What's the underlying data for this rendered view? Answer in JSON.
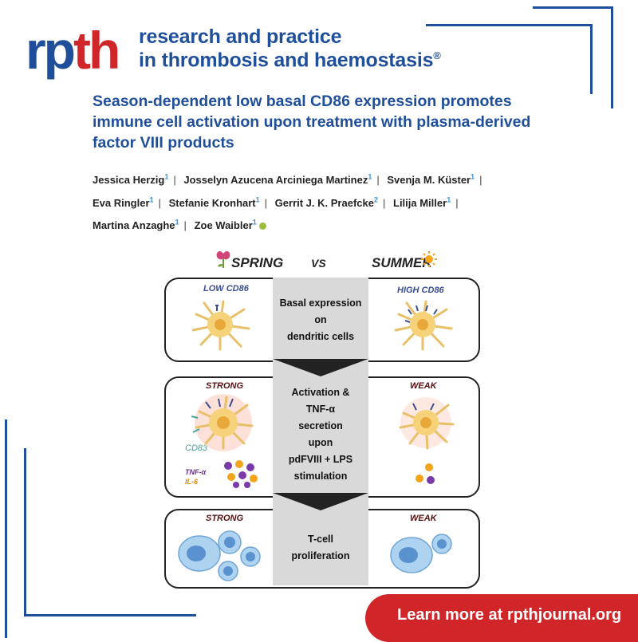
{
  "logo": {
    "rp": "rp",
    "th": "th"
  },
  "journal": {
    "line1": "research and practice",
    "line2": "in thrombosis and haemostasis",
    "reg": "®"
  },
  "article": {
    "title_line1": "Season-dependent low basal CD86 expression promotes",
    "title_line2": "immune cell activation upon treatment with plasma-derived",
    "title_line3": "factor VIII products"
  },
  "authors": [
    {
      "name": "Jessica Herzig",
      "aff": "1"
    },
    {
      "name": "Josselyn Azucena Arciniega Martinez",
      "aff": "1"
    },
    {
      "name": "Svenja M. Küster",
      "aff": "1"
    },
    {
      "name": "Eva Ringler",
      "aff": "1"
    },
    {
      "name": "Stefanie Kronhart",
      "aff": "1"
    },
    {
      "name": "Gerrit J. K. Praefcke",
      "aff": "2"
    },
    {
      "name": "Lilija Miller",
      "aff": "1"
    },
    {
      "name": "Martina Anzaghe",
      "aff": "1"
    },
    {
      "name": "Zoe Waibler",
      "aff": "1"
    }
  ],
  "author_separator": "|",
  "abstract": {
    "spring": "SPRING",
    "vs": "VS",
    "summer": "SUMMER",
    "row1": {
      "left": "LOW CD86",
      "center": [
        "Basal expression",
        "on",
        "dendritic cells"
      ],
      "right": "HIGH CD86"
    },
    "row2": {
      "left": "STRONG",
      "center": [
        "Activation &",
        "TNF-α",
        "secretion",
        "upon",
        "pdFVIII + LPS",
        "stimulation"
      ],
      "right": "WEAK",
      "marker_cd83": "CD83",
      "marker_tnf": "TNF-α",
      "marker_il6": "IL-6"
    },
    "row3": {
      "left": "STRONG",
      "center": [
        "T-cell",
        "proliferation"
      ],
      "right": "WEAK"
    }
  },
  "banner": {
    "text": "Learn more at rpthjournal.org"
  },
  "colors": {
    "brand_blue": "#1f4f9a",
    "brand_red": "#d0262a",
    "accent_pink": "#d1457a",
    "accent_sun": "#f4a41c"
  }
}
